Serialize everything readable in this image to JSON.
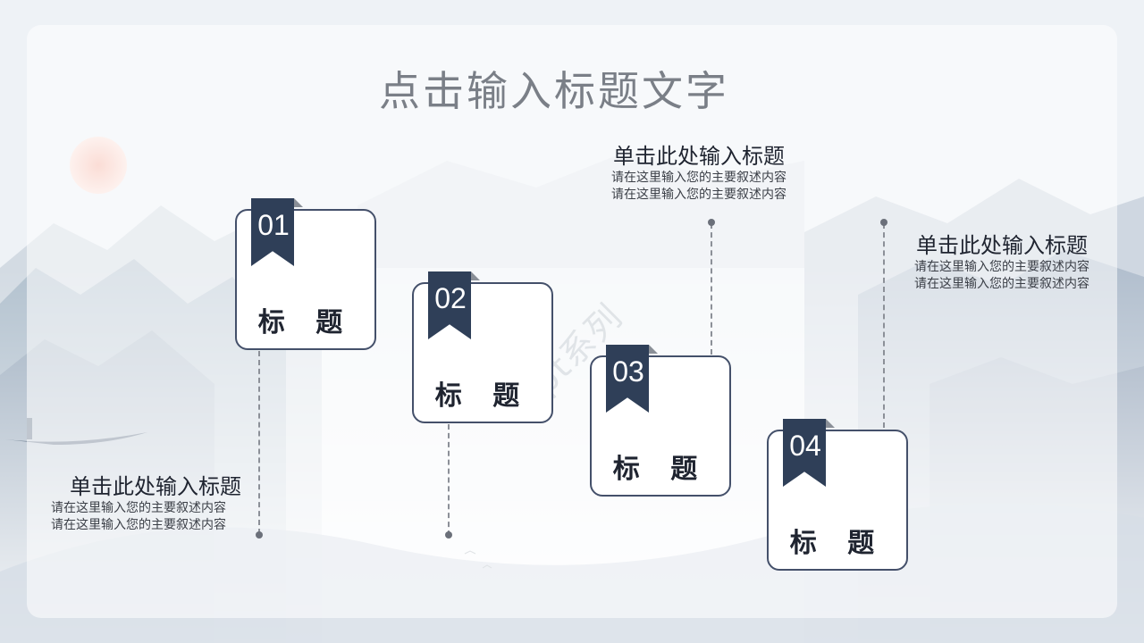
{
  "slide": {
    "title": "点击输入标题文字",
    "watermark": "ppt系列"
  },
  "steps": [
    {
      "number": "01",
      "label": "标 题"
    },
    {
      "number": "02",
      "label": "标 题"
    },
    {
      "number": "03",
      "label": "标 题"
    },
    {
      "number": "04",
      "label": "标 题"
    }
  ],
  "text_blocks": [
    {
      "heading": "单击此处输入标题",
      "line1": "请在这里输入您的主要叙述内容",
      "line2": "请在这里输入您的主要叙述内容"
    },
    {
      "heading": "单击此处输入标题",
      "line1": "请在这里输入您的主要叙述内容",
      "line2": "请在这里输入您的主要叙述内容"
    },
    {
      "heading": "单击此处输入标题",
      "line1": "请在这里输入您的主要叙述内容",
      "line2": "请在这里输入您的主要叙述内容"
    }
  ],
  "colors": {
    "ribbon": "#2f3f58",
    "card_border": "#44506a",
    "title": "#7a7f87",
    "sun": "#f3b7a8"
  }
}
